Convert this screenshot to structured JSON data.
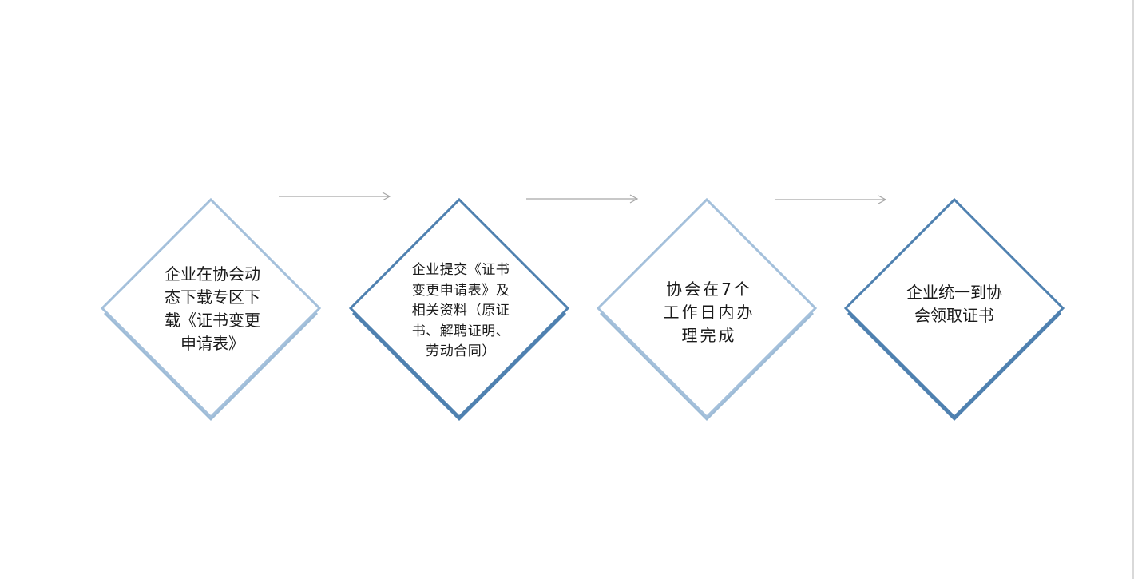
{
  "steps": [
    {
      "text": "企业在协会动\n态下载专区下\n载《证书变更\n申请表》",
      "accent": "#9dbbd6",
      "border": "#a4c0db"
    },
    {
      "text": "企业提交《证书\n变更申请表》及\n相关资料（原证\n书、解聘证明、\n劳动合同）",
      "accent": "#4f81b0",
      "border": "#4f81b0"
    },
    {
      "text": "协会在7个\n工作日内办\n理完成",
      "accent": "#9dbbd6",
      "border": "#a4c0db"
    },
    {
      "text": "企业统一到协\n会领取证书",
      "accent": "#4f81b0",
      "border": "#4f81b0"
    }
  ],
  "arrow_color": "#a6a6a6"
}
